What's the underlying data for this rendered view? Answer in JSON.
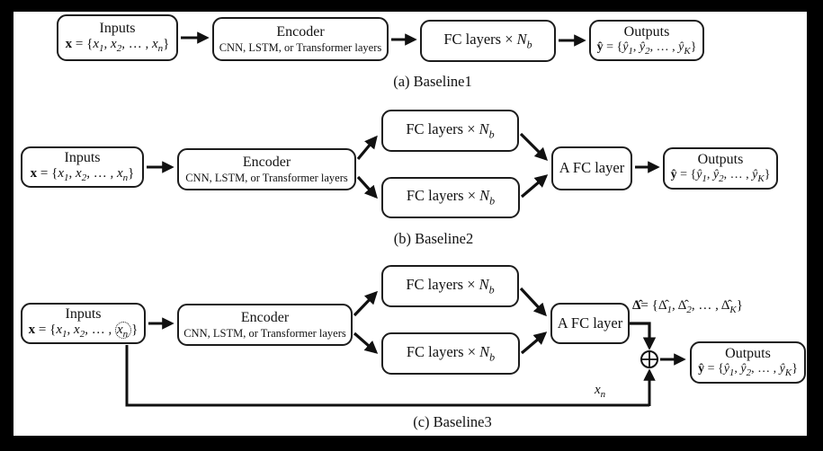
{
  "colors": {
    "frame": "#000000",
    "paper": "#ffffff",
    "ink": "#111111",
    "boxline": "#1c1c1c"
  },
  "captions": {
    "a": "(a) Baseline1",
    "b": "(b) Baseline2",
    "c": "(c) Baseline3"
  },
  "blocks": {
    "inputs": {
      "title": "Inputs",
      "f": {
        "vec": "x",
        "eq": " = {",
        "v1": "x",
        "s1": "1",
        "c1": ", ",
        "v2": "x",
        "s2": "2",
        "dots": ", … , ",
        "v3": "x",
        "s3": "n",
        "close": "}"
      }
    },
    "encoder": {
      "title": "Encoder",
      "subtitle": "CNN, LSTM, or Transformer layers"
    },
    "fc": {
      "pre": "FC layers × ",
      "var": "N",
      "sub": "b"
    },
    "afc": {
      "label": "A FC layer"
    },
    "outputs": {
      "title": "Outputs",
      "f": {
        "vec": "ŷ",
        "eq": " = {",
        "v1": "ŷ",
        "s1": "1",
        "c1": ", ",
        "v2": "ŷ",
        "s2": "2",
        "dots": ", … , ",
        "v3": "ŷ",
        "s3": "K",
        "close": "}"
      }
    },
    "delta": {
      "f": {
        "vec": "Δ̂",
        "eq": "= {",
        "v1": "Δ̂",
        "s1": "1",
        "c1": ", ",
        "v2": "Δ̂",
        "s2": "2",
        "dots": ", … , ",
        "v3": "Δ̂",
        "s3": "K",
        "close": "}"
      }
    },
    "xn": {
      "var": "x",
      "sub": "n"
    }
  }
}
